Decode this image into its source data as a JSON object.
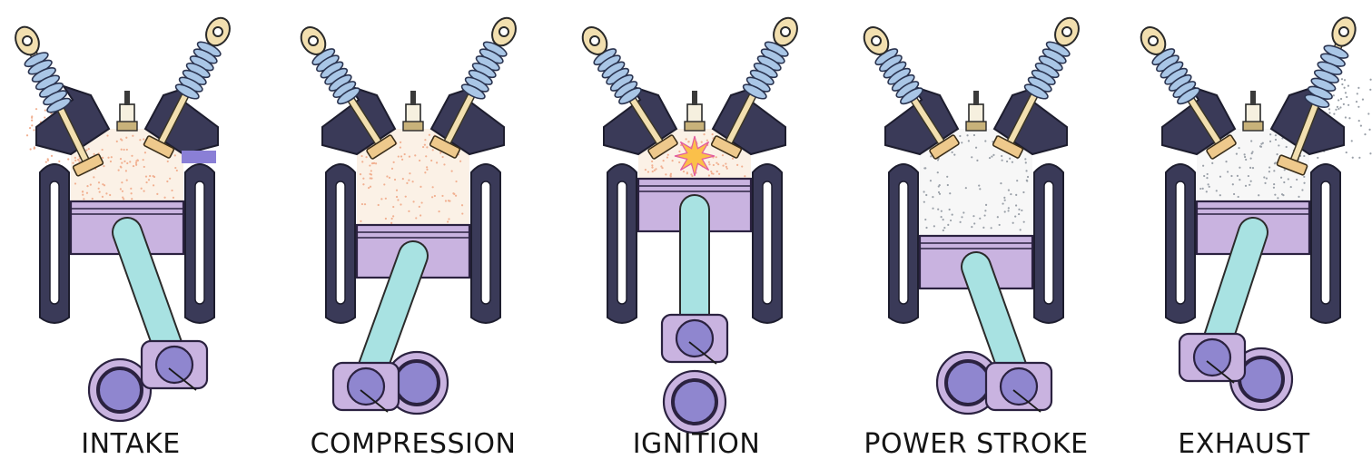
{
  "strokes": [
    {
      "id": "intake",
      "label": "INTAKE",
      "valves": "intake-open",
      "chamber": "fuel-air",
      "crank": "bottom-right",
      "spark": false,
      "exhaust_out": false
    },
    {
      "id": "compression",
      "label": "COMPRESSION",
      "valves": "closed",
      "chamber": "fuel-air",
      "crank": "bottom-left",
      "spark": false,
      "exhaust_out": false
    },
    {
      "id": "ignition",
      "label": "IGNITION",
      "valves": "closed",
      "chamber": "spark",
      "crank": "top",
      "spark": true,
      "exhaust_out": false
    },
    {
      "id": "power-stroke",
      "label": "POWER STROKE",
      "valves": "closed",
      "chamber": "burnt-gas",
      "crank": "bottom-right",
      "spark": false,
      "exhaust_out": false
    },
    {
      "id": "exhaust",
      "label": "EXHAUST",
      "valves": "exhaust-open",
      "chamber": "burnt-gas",
      "crank": "top-left",
      "spark": false,
      "exhaust_out": true
    }
  ],
  "colors": {
    "cylinder": "#3a3a58",
    "piston": "#c9b3e0",
    "pin": "#8f86cf",
    "rod": "#a8e2e2",
    "crank": "#c9b3e0",
    "crank_pin": "#8f86cf",
    "spring": "#a9c6e6",
    "valve_stem": "#f2dfaf",
    "valve_head": "#eec98c",
    "fuel_air": "#f1b091",
    "chamber_bg": "#fbf1e6",
    "burnt_dots": "#9aa0a8",
    "spark": "#fbc04a"
  }
}
